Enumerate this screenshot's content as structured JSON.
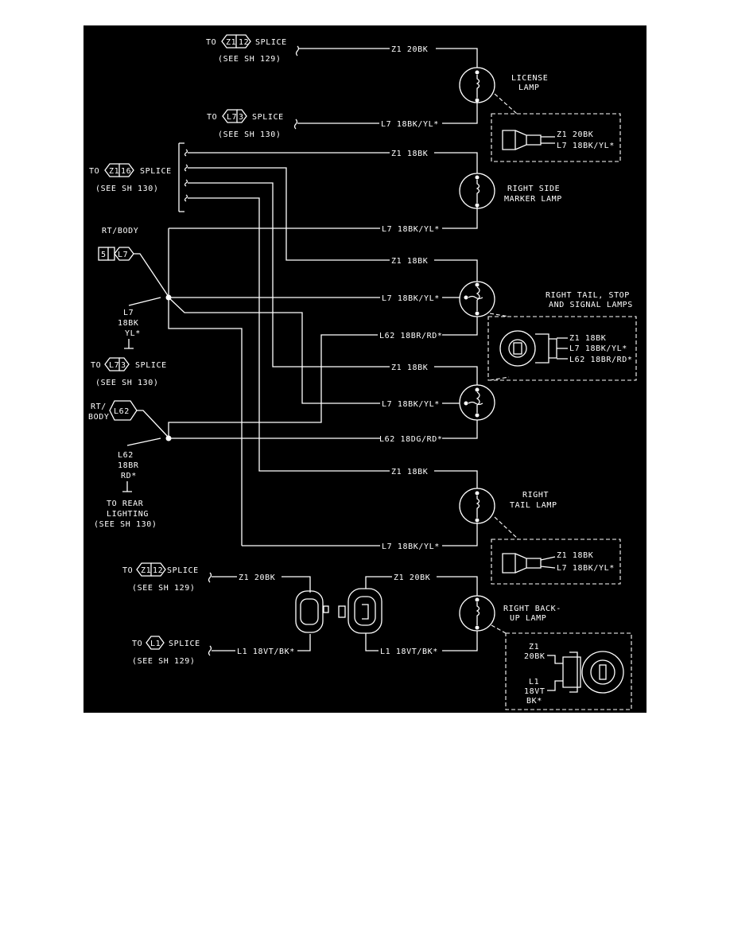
{
  "colors": {
    "background": "#000000",
    "ink": "#ffffff",
    "page": "#ffffff"
  },
  "splices": {
    "top_z1": {
      "to": "TO",
      "code": "Z1",
      "num": "12",
      "word": "SPLICE",
      "sheet": "(SEE SH 129)"
    },
    "top_l7": {
      "to": "TO",
      "code": "L7",
      "num": "3",
      "word": "SPLICE",
      "sheet": "(SEE SH 130)"
    },
    "mid_z1": {
      "to": "TO",
      "code": "Z1",
      "num": "16",
      "word": "SPLICE",
      "sheet": "(SEE SH 130)"
    },
    "left_l7": {
      "to": "TO",
      "code": "L7",
      "num": "3",
      "word": "SPLICE",
      "sheet": "(SEE SH 130)"
    },
    "bot_z1": {
      "to": "TO",
      "code": "Z1",
      "num": "12",
      "word": "SPLICE",
      "sheet": "(SEE SH 129)"
    },
    "bot_l1": {
      "to": "TO",
      "code": "L1",
      "word": "SPLICE",
      "sheet": "(SEE SH 129)"
    }
  },
  "body": {
    "rt_body_top": "RT/BODY",
    "conn_5": "5",
    "conn_l7": "L7",
    "rt_body_bottom_1": "RT/",
    "rt_body_bottom_2": "BODY",
    "conn_l62": "L62"
  },
  "left_wires": {
    "l7_code": "L7",
    "l7_gauge": "18BK",
    "l7_color": "YL*",
    "l62_code": "L62",
    "l62_gauge": "18BR",
    "l62_color": "RD*",
    "rear_1": "TO REAR",
    "rear_2": "LIGHTING",
    "rear_3": "(SEE SH 130)"
  },
  "wires": {
    "w1": "Z1 20BK",
    "w2": "L7 18BK/YL*",
    "w3": "Z1 18BK",
    "w4": "L7 18BK/YL*",
    "w5": "Z1 18BK",
    "w6": "L7 18BK/YL*",
    "w7": "L62 18BR/RD*",
    "w8": "Z1 18BK",
    "w9": "L7 18BK/YL*",
    "w10": "L62 18DG/RD*",
    "w11": "Z1 18BK",
    "w12": "L7 18BK/YL*",
    "w13": "Z1 20BK",
    "w14": "Z1 20BK",
    "w15": "L1 18VT/BK*",
    "w16": "L1 18VT/BK*"
  },
  "lamps": {
    "license_1": "LICENSE",
    "license_2": "LAMP",
    "side_1": "RIGHT SIDE",
    "side_2": "MARKER LAMP",
    "tail_stop_1": "RIGHT TAIL, STOP",
    "tail_stop_2": "AND SIGNAL LAMPS",
    "tail_1": "RIGHT",
    "tail_2": "TAIL LAMP",
    "backup_1": "RIGHT BACK-",
    "backup_2": "UP LAMP"
  },
  "detail_boxes": {
    "license": {
      "a": "Z1 20BK",
      "b": "L7 18BK/YL*"
    },
    "tail_stop": {
      "a": "Z1 18BK",
      "b": "L7 18BK/YL*",
      "c": "L62 18BR/RD*"
    },
    "tail": {
      "a": "Z1 18BK",
      "b": "L7 18BK/YL*"
    },
    "backup": {
      "a1": "Z1",
      "a2": "20BK",
      "b1": "L1",
      "b2": "18VT",
      "b3": "BK*"
    }
  }
}
